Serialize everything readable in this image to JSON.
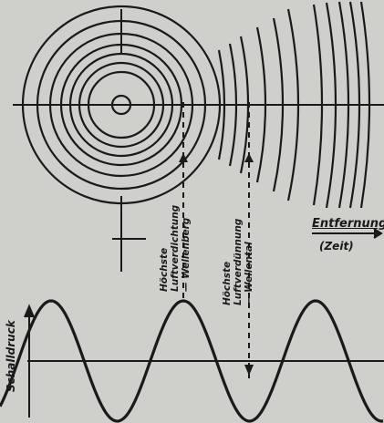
{
  "labels": {
    "distance": "Entfernung",
    "time": "(Zeit)",
    "pressure": "Schalldruck",
    "peak_line1": "Höchste",
    "peak_line2": "Luftverdichtung",
    "peak_line3": "Wellenberg",
    "trough_line1": "Höchste",
    "trough_line2": "Luftverdünnung",
    "trough_line3": "Wellental"
  },
  "colors": {
    "paper": "#cfcfcc",
    "ink": "#1a1a1a"
  }
}
